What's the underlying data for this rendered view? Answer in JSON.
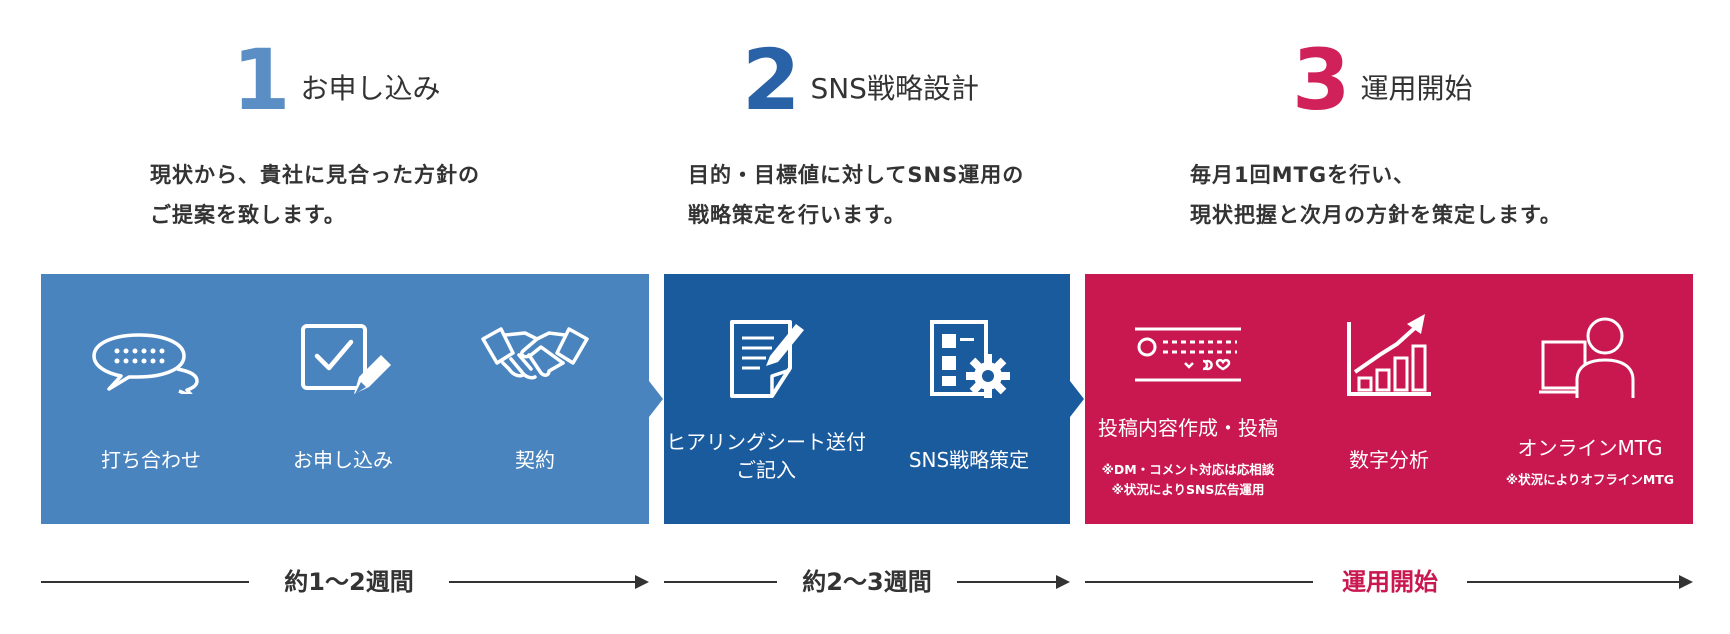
{
  "colors": {
    "step1": "#5b8ec4",
    "step2": "#2a62a7",
    "step3": "#d1215b",
    "panel1": "#4a84bf",
    "panel2": "#1a5b9e",
    "panel3": "#c9174f"
  },
  "steps": [
    {
      "number": "1",
      "title": "お申し込み",
      "desc": [
        "現状から、貴社に見合った方針の",
        "ご提案を致します。"
      ]
    },
    {
      "number": "2",
      "title": "SNS戦略設計",
      "desc": [
        "目的・目標値に対してSNS運用の",
        "戦略策定を行います。"
      ]
    },
    {
      "number": "3",
      "title": "運用開始",
      "desc": [
        "毎月1回MTGを行い、",
        "現状把握と次月の方針を策定します。"
      ]
    }
  ],
  "panel1": {
    "items": [
      {
        "icon": "chat-bubbles-icon",
        "label": "打ち合わせ"
      },
      {
        "icon": "checkbox-pen-icon",
        "label": "お申し込み"
      },
      {
        "icon": "handshake-icon",
        "label": "契約"
      }
    ]
  },
  "panel2": {
    "items": [
      {
        "icon": "document-pen-icon",
        "label_lines": [
          "ヒアリングシート送付",
          "ご記入"
        ]
      },
      {
        "icon": "document-gear-icon",
        "label": "SNS戦略策定"
      }
    ]
  },
  "panel3": {
    "items": [
      {
        "icon": "post-layout-icon",
        "label": "投稿内容作成・投稿",
        "notes": [
          "※DM・コメント対応は応相談",
          "※状況によりSNS広告運用"
        ]
      },
      {
        "icon": "growth-chart-icon",
        "label": "数字分析"
      },
      {
        "icon": "person-monitor-icon",
        "label": "オンラインMTG",
        "notes": [
          "※状況によりオフラインMTG"
        ]
      }
    ]
  },
  "timeline": [
    {
      "label": "約1〜2週間"
    },
    {
      "label": "約2〜3週間"
    },
    {
      "label": "運用開始"
    }
  ]
}
